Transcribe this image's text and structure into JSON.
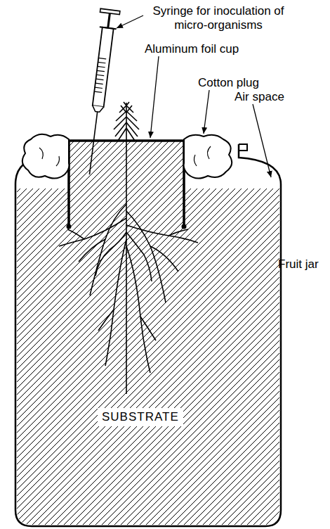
{
  "diagram": {
    "labels": [
      "Syringe for inoculation of micro-organisms",
      "Aluminum foil cup",
      "Cotton plug",
      "Air space",
      "Fruit jar",
      "SUBSTRATE"
    ]
  }
}
